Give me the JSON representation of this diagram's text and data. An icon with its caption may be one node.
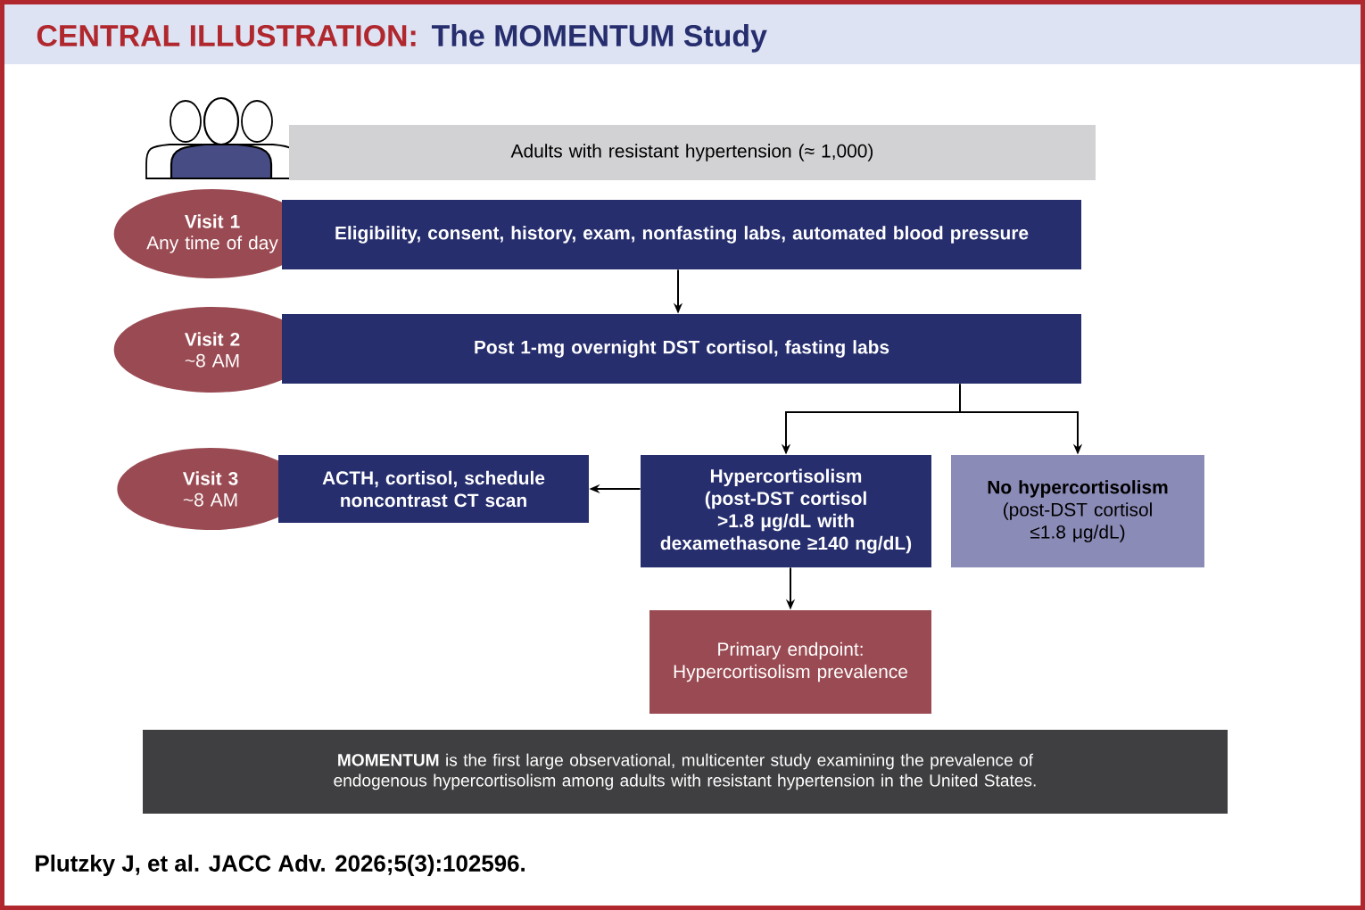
{
  "diagram": {
    "title": "The MOMENTUM Study",
    "nodes": [
      {
        "text": [
          "Adults with resistant hypertension (≈ 1,000)"
        ]
      },
      {
        "text": [
          "Visit 1",
          "Any time of day"
        ]
      },
      {
        "text": [
          "Eligibility, consent, history, exam, nonfasting labs, automated blood pressure"
        ]
      },
      {
        "text": [
          "Visit 2",
          "~8 AM"
        ]
      },
      {
        "text": [
          "Post 1-mg overnight DST cortisol, fasting labs"
        ]
      },
      {
        "text": [
          "Visit 3",
          "~8 AM"
        ]
      },
      {
        "text": [
          "ACTH, cortisol, schedule noncontrast CT scan"
        ]
      },
      {
        "text": [
          "Hypercortisolism",
          "(post-DST cortisol >1.8 μg/dL with dexamethasone ≥140 ng/dL)"
        ]
      },
      {
        "text": [
          "No hypercortisolism",
          "(post-DST cortisol ≤1.8 μg/dL)"
        ]
      },
      {
        "text": [
          "Primary endpoint: Hypercortisolism prevalence"
        ]
      },
      {
        "text": [
          "**MOMENTUM** is the first large observational, multicenter study examining the prevalence of endogenous hypercortisolism among adults with resistant hypertension in the United States."
        ]
      }
    ],
    "edges": [
      {
        "from": 2,
        "to": 4,
        "arrow": "to"
      },
      {
        "from": 4,
        "to": 7,
        "arrow": "to"
      },
      {
        "from": 4,
        "to": 8,
        "arrow": "to"
      },
      {
        "from": 7,
        "to": 6,
        "arrow": "to"
      },
      {
        "from": 7,
        "to": 9,
        "arrow": "to"
      }
    ],
    "labels": [
      "CENTRAL ILLUSTRATION:",
      "Plutzky J, et al. JACC Adv. 2026;5(3):102596."
    ]
  }
}
